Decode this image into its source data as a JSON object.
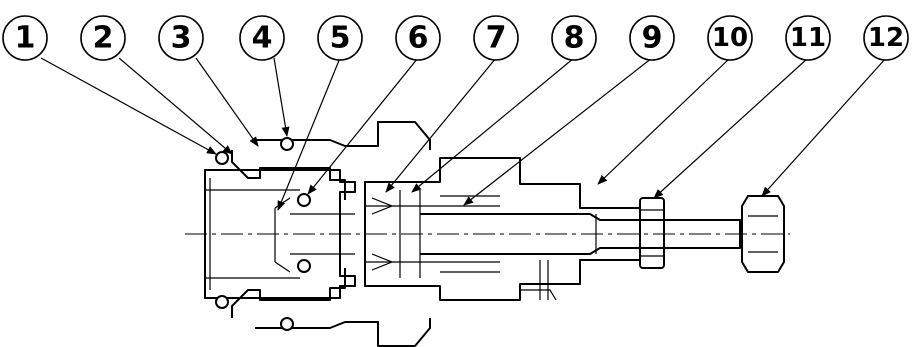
{
  "callouts": [
    {
      "number": "1"
    },
    {
      "number": "2"
    },
    {
      "number": "3"
    },
    {
      "number": "4"
    },
    {
      "number": "5"
    },
    {
      "number": "6"
    },
    {
      "number": "7"
    },
    {
      "number": "8"
    },
    {
      "number": "9"
    },
    {
      "number": "10"
    },
    {
      "number": "11"
    },
    {
      "number": "12"
    }
  ],
  "colors": {
    "line": "#000000",
    "background": "#ffffff"
  }
}
